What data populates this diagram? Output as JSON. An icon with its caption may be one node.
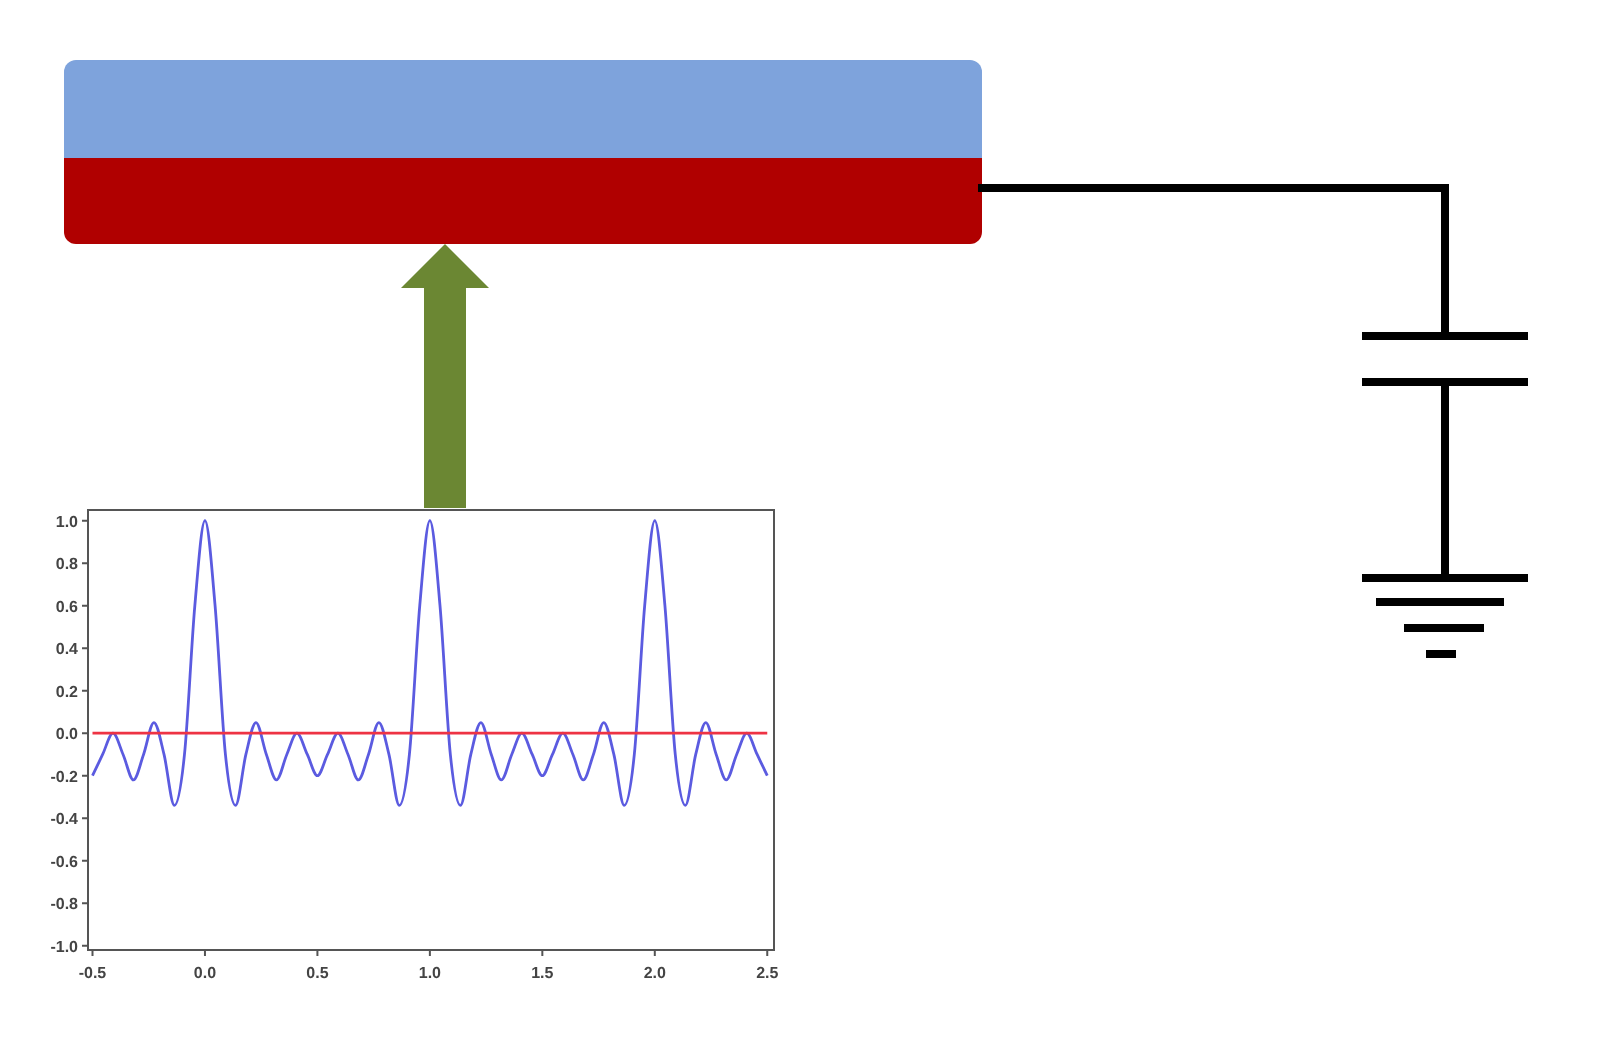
{
  "diagram": {
    "nodes": [
      {
        "text": [],
        "shape": "bar"
      },
      {
        "text": [],
        "shape": "bar"
      },
      {
        "text": [],
        "shape": "chart"
      },
      {
        "text": [],
        "shape": "capacitor"
      },
      {
        "text": [],
        "shape": "ground"
      }
    ],
    "edges": [
      {
        "from": 1,
        "to": 3,
        "arrow": "none"
      },
      {
        "from": 3,
        "to": 4,
        "arrow": "none"
      },
      {
        "from": 2,
        "to": 1,
        "arrow": "to",
        "style": "thick",
        "color": "#6b8733"
      }
    ],
    "chart_data": {
      "type": "line",
      "x": [
        -0.5,
        -0.455,
        -0.409,
        -0.364,
        -0.318,
        -0.273,
        -0.227,
        -0.182,
        -0.136,
        -0.091,
        -0.045,
        0,
        0.045,
        0.091,
        0.136,
        0.182,
        0.227,
        0.273,
        0.318,
        0.364,
        0.409,
        0.455,
        0.5,
        0.545,
        0.591,
        0.636,
        0.682,
        0.727,
        0.773,
        0.818,
        0.864,
        0.909,
        0.955,
        1,
        1.045,
        1.091,
        1.136,
        1.182,
        1.227,
        1.273,
        1.318,
        1.364,
        1.409,
        1.455,
        1.5,
        1.545,
        1.591,
        1.636,
        1.682,
        1.727,
        1.773,
        1.818,
        1.864,
        1.909,
        1.955,
        2,
        2.045,
        2.091,
        2.136,
        2.182,
        2.227,
        2.273,
        2.318,
        2.364,
        2.409,
        2.455,
        2.5
      ],
      "series": [
        {
          "color": "#5b5be0",
          "values": [
            -0.2,
            -0.1,
            0,
            -0.1,
            -0.22,
            -0.1,
            0.05,
            -0.1,
            -0.34,
            -0.1,
            0.6,
            1,
            0.6,
            -0.1,
            -0.34,
            -0.1,
            0.05,
            -0.1,
            -0.22,
            -0.1,
            0,
            -0.1,
            -0.2,
            -0.1,
            0,
            -0.1,
            -0.22,
            -0.1,
            0.05,
            -0.1,
            -0.34,
            -0.1,
            0.6,
            1,
            0.6,
            -0.1,
            -0.34,
            -0.1,
            0.05,
            -0.1,
            -0.22,
            -0.1,
            0,
            -0.1,
            -0.2,
            -0.1,
            0,
            -0.1,
            -0.22,
            -0.1,
            0.05,
            -0.1,
            -0.34,
            -0.1,
            0.6,
            1,
            0.6,
            -0.1,
            -0.34,
            -0.1,
            0.05,
            -0.1,
            -0.22,
            -0.1,
            0,
            -0.1,
            -0.2
          ]
        },
        {
          "color": "#ee3344",
          "values": [
            0,
            0,
            0,
            0,
            0,
            0,
            0,
            0,
            0,
            0,
            0,
            0,
            0,
            0,
            0,
            0,
            0,
            0,
            0,
            0,
            0,
            0,
            0,
            0,
            0,
            0,
            0,
            0,
            0,
            0,
            0,
            0,
            0,
            0,
            0,
            0,
            0,
            0,
            0,
            0,
            0,
            0,
            0,
            0,
            0,
            0,
            0,
            0,
            0,
            0,
            0,
            0,
            0,
            0,
            0,
            0,
            0,
            0,
            0,
            0,
            0,
            0,
            0,
            0,
            0,
            0,
            0
          ]
        }
      ],
      "xlim": [
        -0.52,
        2.53
      ],
      "ylim": [
        -1.02,
        1.05
      ],
      "xticks": [
        -0.5,
        {
          "value": 0,
          "label": "0.0"
        },
        0.5,
        {
          "value": 1,
          "label": "1.0"
        },
        1.5,
        {
          "value": 2,
          "label": "2.0"
        },
        2.5
      ],
      "yticks": [
        {
          "value": -1,
          "label": "-1.0"
        },
        -0.8,
        -0.6,
        -0.4,
        -0.2,
        {
          "value": 0,
          "label": "0.0"
        },
        0.2,
        0.4,
        0.6,
        0.8,
        {
          "value": 1,
          "label": "1.0"
        }
      ]
    }
  }
}
